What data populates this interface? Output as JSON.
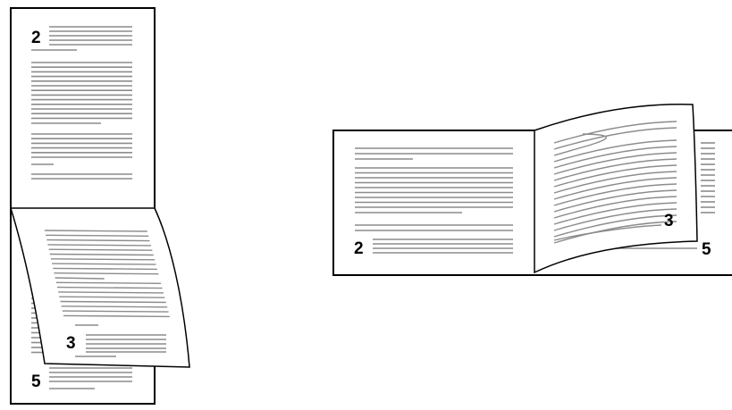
{
  "colors": {
    "outline": "#000000",
    "text_line": "#8c8c8c",
    "page": "#ffffff"
  },
  "left_diagram": {
    "description_name": "vertical-fold-layout",
    "page_numbers": {
      "top_page": "2",
      "folded_flap": "3",
      "bottom_page": "5"
    }
  },
  "right_diagram": {
    "description_name": "horizontal-fold-layout",
    "page_numbers": {
      "left_page": "2",
      "folded_flap": "3",
      "right_page": "5"
    }
  }
}
